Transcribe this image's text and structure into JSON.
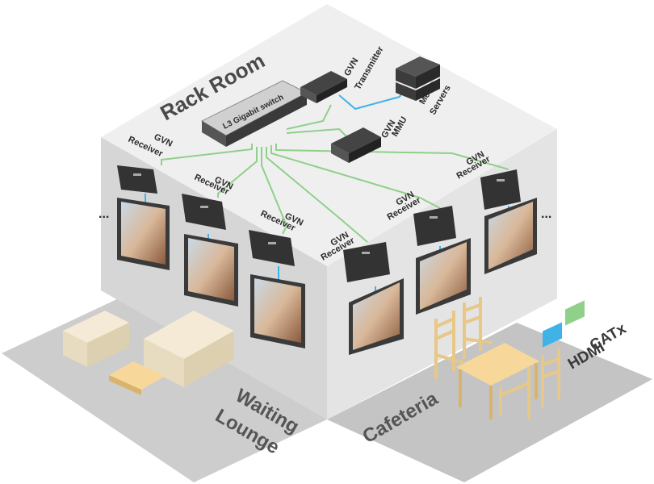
{
  "rooms": {
    "rack_room": "Rack Room",
    "waiting_lounge_line1": "Waiting",
    "waiting_lounge_line2": "Lounge",
    "cafeteria": "Cafeteria"
  },
  "devices": {
    "switch": "L3 Gigabit switch",
    "transmitter_line1": "GVN",
    "transmitter_line2": "Transmitter",
    "mmu_line1": "GVN",
    "mmu_line2": "MMU",
    "media_line1": "Media",
    "media_line2": "Servers",
    "receiver_line1": "GVN",
    "receiver_line2": "Receiver"
  },
  "legend": {
    "catx": "CATx",
    "hdmi": "HDMI",
    "catx_color": "#8fd08a",
    "hdmi_color": "#3fb3e6"
  },
  "ellipsis": "...",
  "colors": {
    "cube_top": "#f0f0f0",
    "cube_left": "#d8d8d8",
    "cube_right": "#e6e6e6",
    "floor": "#c9c9c9",
    "device": "#2e2e2e",
    "tv_frame": "#3a3a3a"
  }
}
